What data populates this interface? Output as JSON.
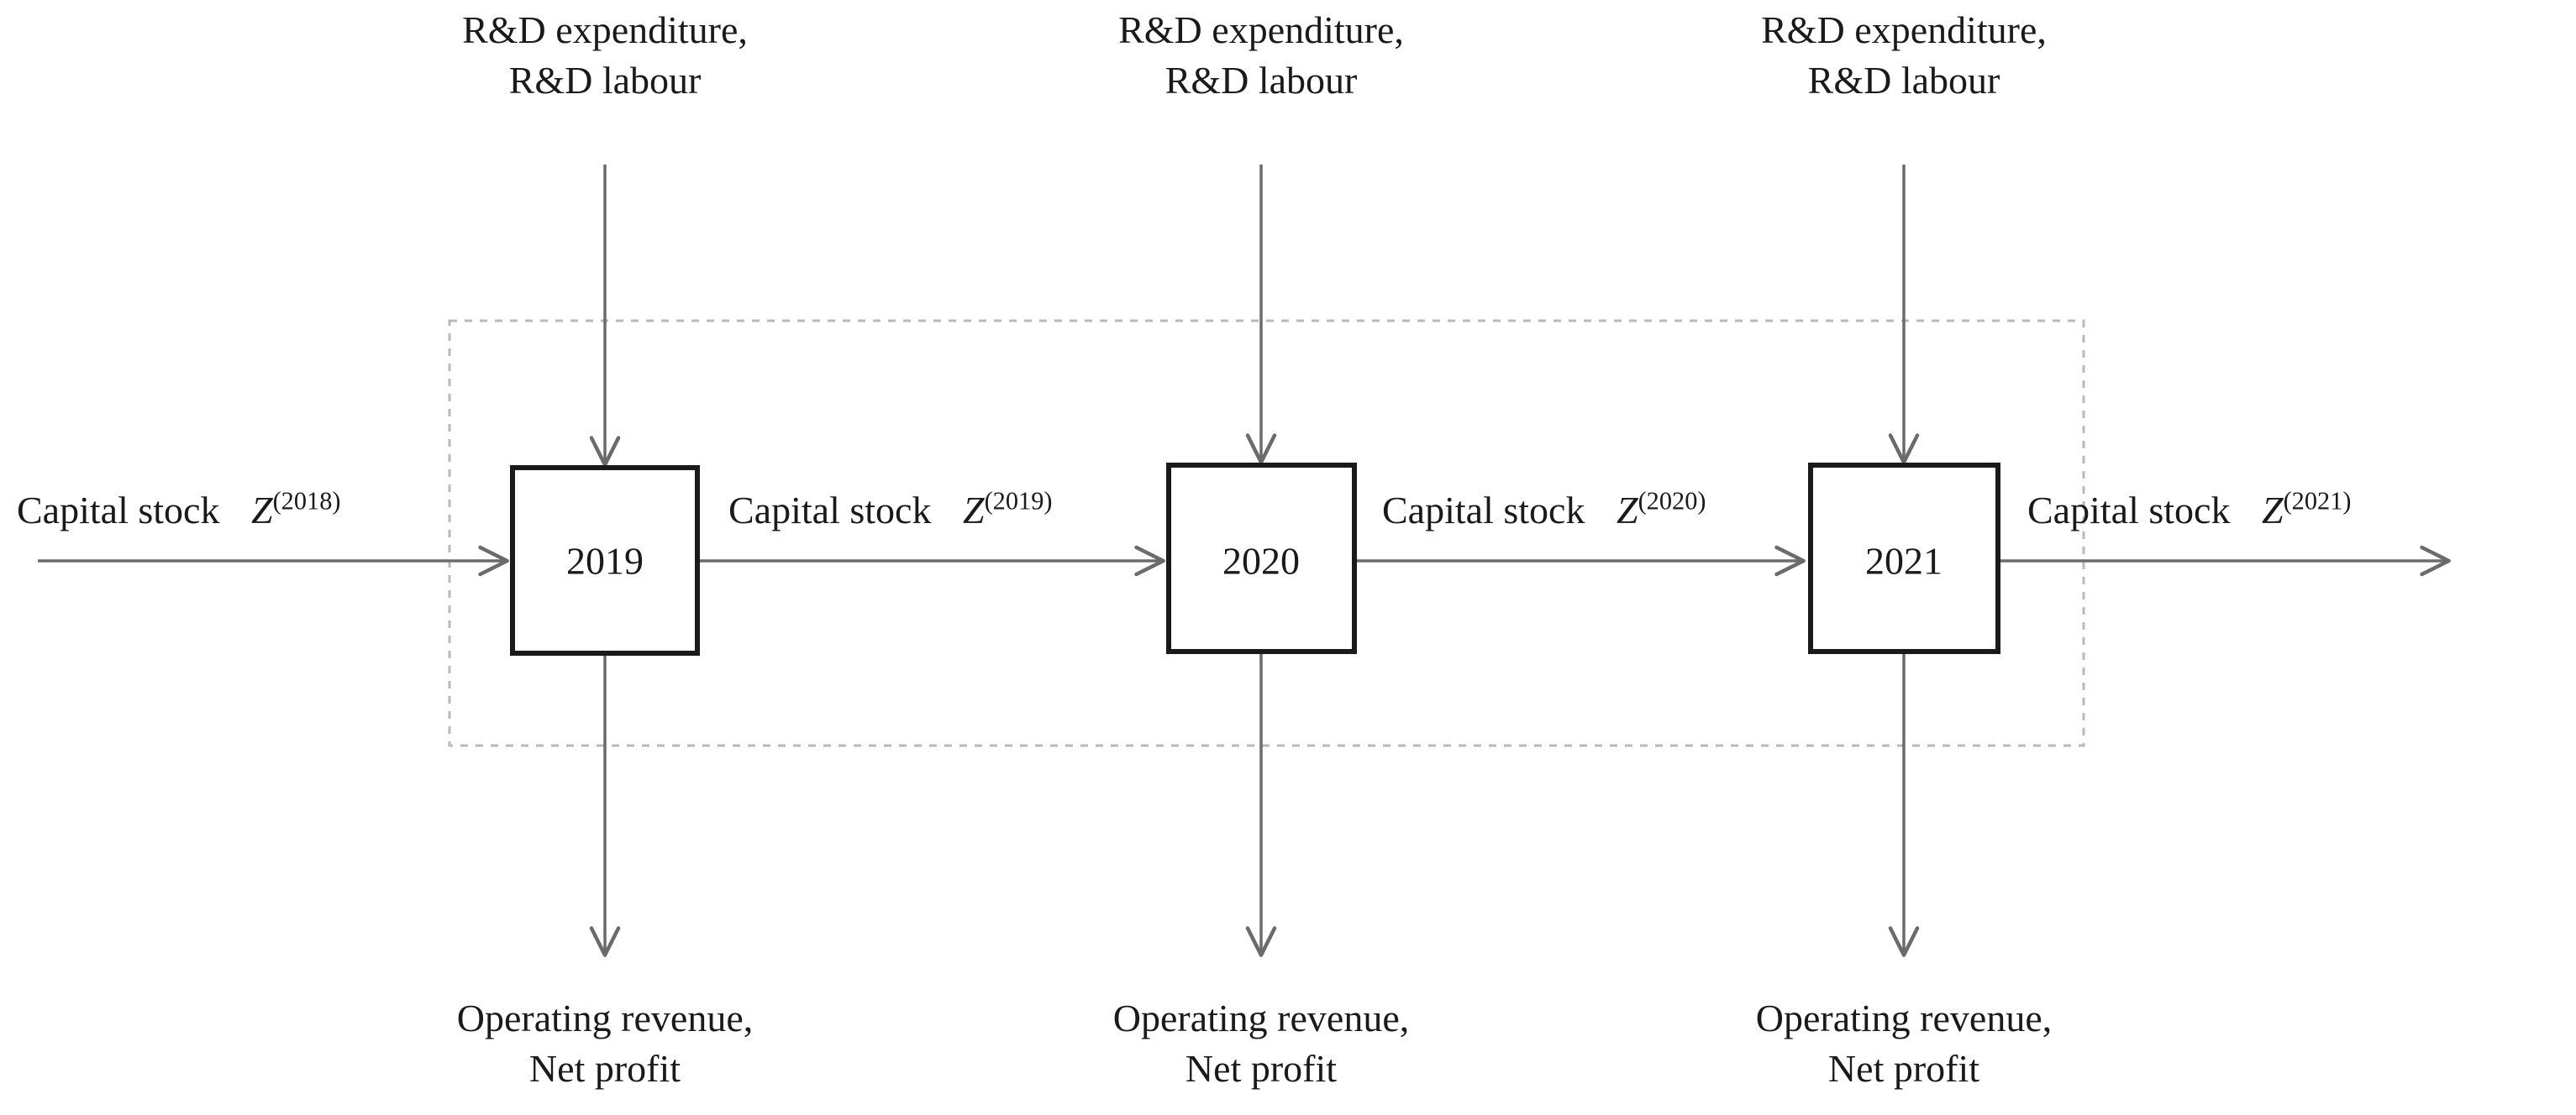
{
  "diagram": {
    "type": "flow-diagram",
    "title": "",
    "background_color": "#ffffff",
    "line_color": "#6b6b6b",
    "box_border_color": "#1a1a1a",
    "text_color": "#1a1a1a",
    "dashed_boundary_color": "#b9b9b9",
    "stages": [
      {
        "id": "stage-2019",
        "box_label": "2019",
        "input_top_line1": "R&D expenditure,",
        "input_top_line2": "R&D labour",
        "output_bottom_line1": "Operating revenue,",
        "output_bottom_line2": "Net profit",
        "incoming_flow_label": "Capital stock",
        "incoming_flow_symbol": "Z",
        "incoming_flow_superscript": "(2018)"
      },
      {
        "id": "stage-2020",
        "box_label": "2020",
        "input_top_line1": "R&D expenditure,",
        "input_top_line2": "R&D labour",
        "output_bottom_line1": "Operating revenue,",
        "output_bottom_line2": "Net profit",
        "incoming_flow_label": "Capital stock",
        "incoming_flow_symbol": "Z",
        "incoming_flow_superscript": "(2019)"
      },
      {
        "id": "stage-2021",
        "box_label": "2021",
        "input_top_line1": "R&D expenditure,",
        "input_top_line2": "R&D labour",
        "output_bottom_line1": "Operating revenue,",
        "output_bottom_line2": "Net profit",
        "incoming_flow_label": "Capital stock",
        "incoming_flow_symbol": "Z",
        "incoming_flow_superscript": "(2020)"
      }
    ],
    "final_flow": {
      "label": "Capital stock",
      "symbol": "Z",
      "superscript": "(2021)"
    }
  }
}
